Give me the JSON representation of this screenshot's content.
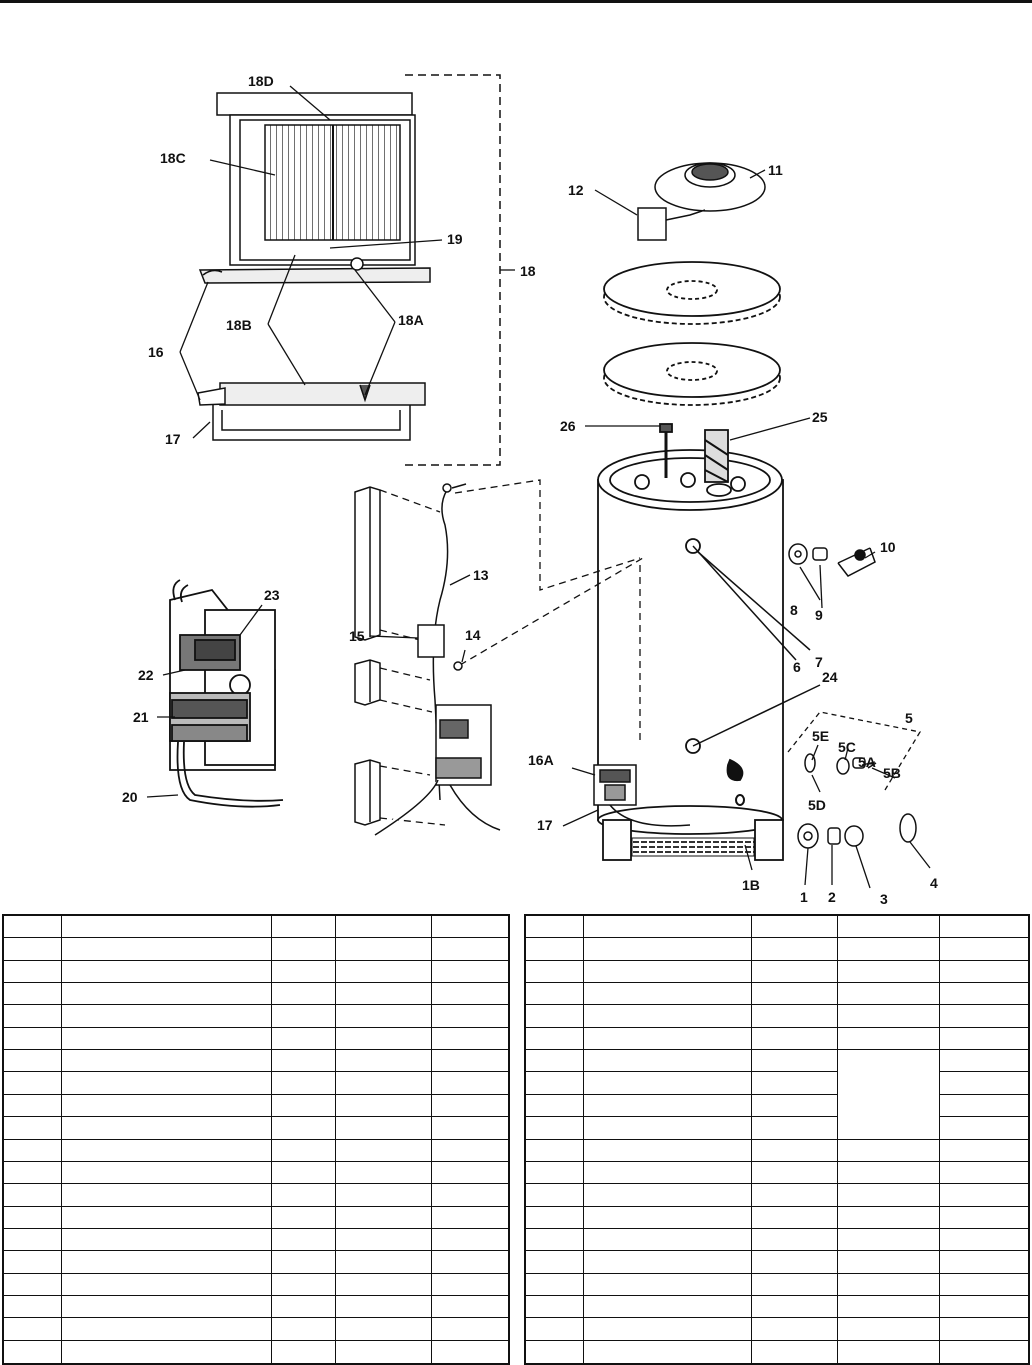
{
  "callouts": [
    "18D",
    "18C",
    "19",
    "18",
    "18B",
    "18A",
    "16",
    "17",
    "12",
    "11",
    "26",
    "25",
    "13",
    "14",
    "15",
    "23",
    "22",
    "21",
    "20",
    "10",
    "8",
    "9",
    "6",
    "7",
    "24",
    "16A",
    "17",
    "5",
    "5E",
    "5C",
    "5A",
    "5B",
    "5D",
    "1B",
    "1",
    "2",
    "3",
    "4"
  ],
  "tables": {
    "left": {
      "rows": 20,
      "cols": 5
    },
    "right": {
      "rows": 20,
      "cols": 5
    }
  },
  "colors": {
    "line": "#111111",
    "background": "#ffffff"
  }
}
